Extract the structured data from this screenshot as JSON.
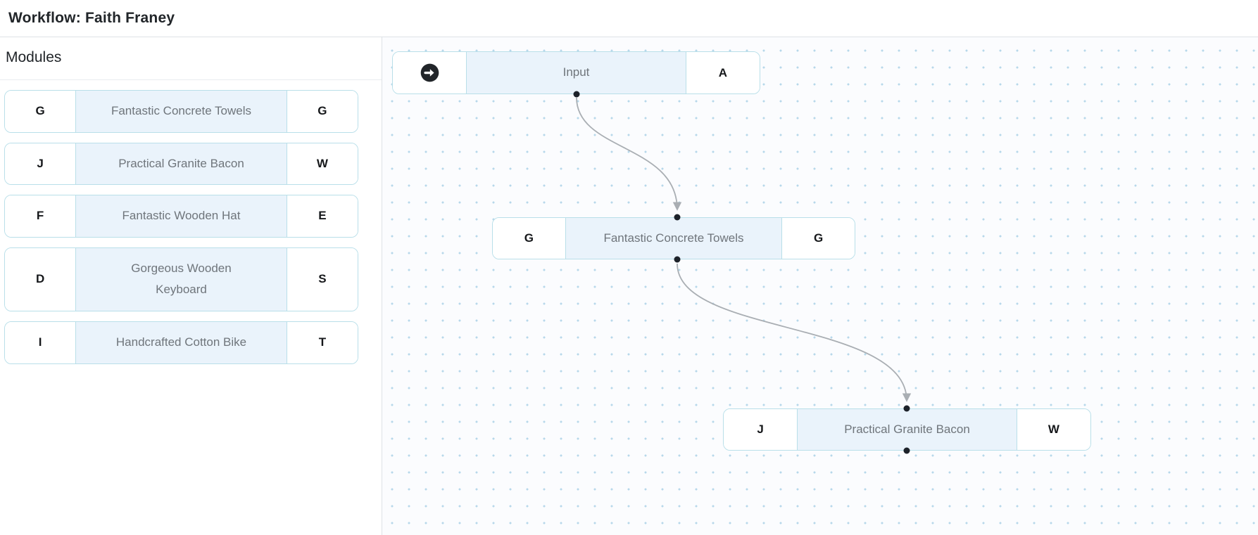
{
  "header": {
    "title": "Workflow: Faith Franey"
  },
  "sidebar": {
    "title": "Modules",
    "items": [
      {
        "left_badge": "G",
        "label": "Fantastic Concrete Towels",
        "right_badge": "G"
      },
      {
        "left_badge": "J",
        "label": "Practical Granite Bacon",
        "right_badge": "W"
      },
      {
        "left_badge": "F",
        "label": "Fantastic Wooden Hat",
        "right_badge": "E"
      },
      {
        "left_badge": "D",
        "label": "Gorgeous Wooden Keyboard",
        "right_badge": "S"
      },
      {
        "left_badge": "I",
        "label": "Handcrafted Cotton Bike",
        "right_badge": "T"
      }
    ]
  },
  "canvas": {
    "nodes": [
      {
        "left_icon": "arrow-right-circle-icon",
        "label": "Input",
        "right_badge": "A"
      },
      {
        "left_badge": "G",
        "label": "Fantastic Concrete Towels",
        "right_badge": "G"
      },
      {
        "left_badge": "J",
        "label": "Practical Granite Bacon",
        "right_badge": "W"
      }
    ],
    "edges": [
      {
        "from": "Input",
        "to": "Fantastic Concrete Towels"
      },
      {
        "from": "Fantastic Concrete Towels",
        "to": "Practical Granite Bacon"
      }
    ]
  },
  "colors": {
    "node_border": "#b9dfe9",
    "node_fill": "#eaf3fb",
    "edge_stroke": "#a9aeb3",
    "port_dot": "#1d222a",
    "grid_dot": "#b7d8ea",
    "divider": "#dee2e6",
    "text_dark": "#212529",
    "text_muted": "#6f757b"
  }
}
